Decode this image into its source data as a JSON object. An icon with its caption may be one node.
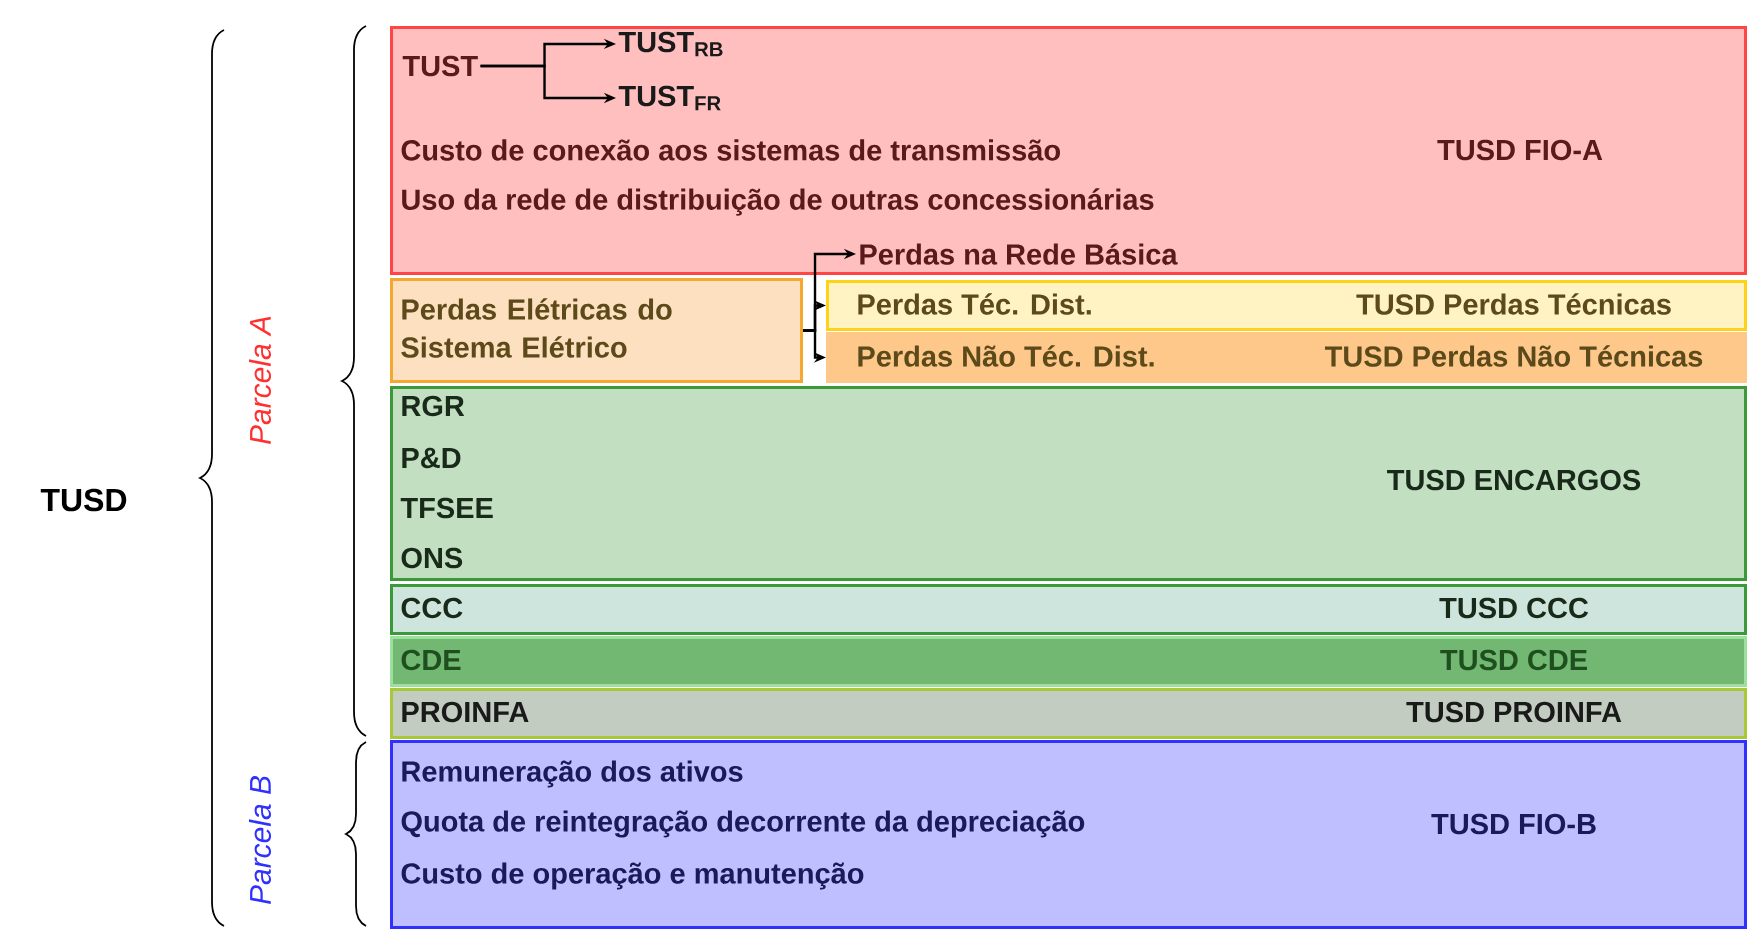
{
  "diagram": {
    "nodes": [
      {
        "text": [
          "Custo de conexão aos sistemas de transmissão",
          "Uso da rede de distribuição de outras concessionárias",
          "TUSD FIO-A"
        ]
      },
      {
        "text": [
          "TUST"
        ],
        "in": 0
      },
      {
        "text": [
          "TUST$_{RB}$"
        ],
        "in": 0
      },
      {
        "text": [
          "TUST$_{FR}$"
        ],
        "in": 0
      },
      {
        "text": [
          "Perdas na Rede Básica"
        ],
        "in": 0
      },
      {
        "text": [
          "Perdas Elétricas do Sistema Elétrico"
        ]
      },
      {
        "text": [
          "Perdas Téc. Dist.",
          "TUSD Perdas Técnicas"
        ]
      },
      {
        "text": [
          "Perdas Não Téc. Dist.",
          "TUSD Perdas Não Técnicas"
        ]
      },
      {
        "text": [
          "RGR",
          "P&D",
          "TFSEE",
          "ONS",
          "TUSD ENCARGOS"
        ]
      },
      {
        "text": [
          "CCC",
          "TUSD CCC"
        ]
      },
      {
        "text": [
          "CDE",
          "TUSD CDE"
        ]
      },
      {
        "text": [
          "PROINFA",
          "TUSD PROINFA"
        ]
      },
      {
        "text": [
          "Remuneração dos ativos",
          "Quota de reintegração decorrente da depreciação",
          "Custo de operação e manutenção",
          "TUSD FIO-B"
        ]
      }
    ],
    "edges": [
      {
        "from": 1,
        "to": 2,
        "arrow": "to"
      },
      {
        "from": 1,
        "to": 3,
        "arrow": "to"
      },
      {
        "from": 5,
        "to": 4,
        "arrow": "to"
      },
      {
        "from": 5,
        "to": 6,
        "arrow": "to"
      },
      {
        "from": 5,
        "to": 7,
        "arrow": "to"
      }
    ],
    "labels": [
      "TUSD",
      "Parcela A",
      "Parcela B"
    ]
  }
}
